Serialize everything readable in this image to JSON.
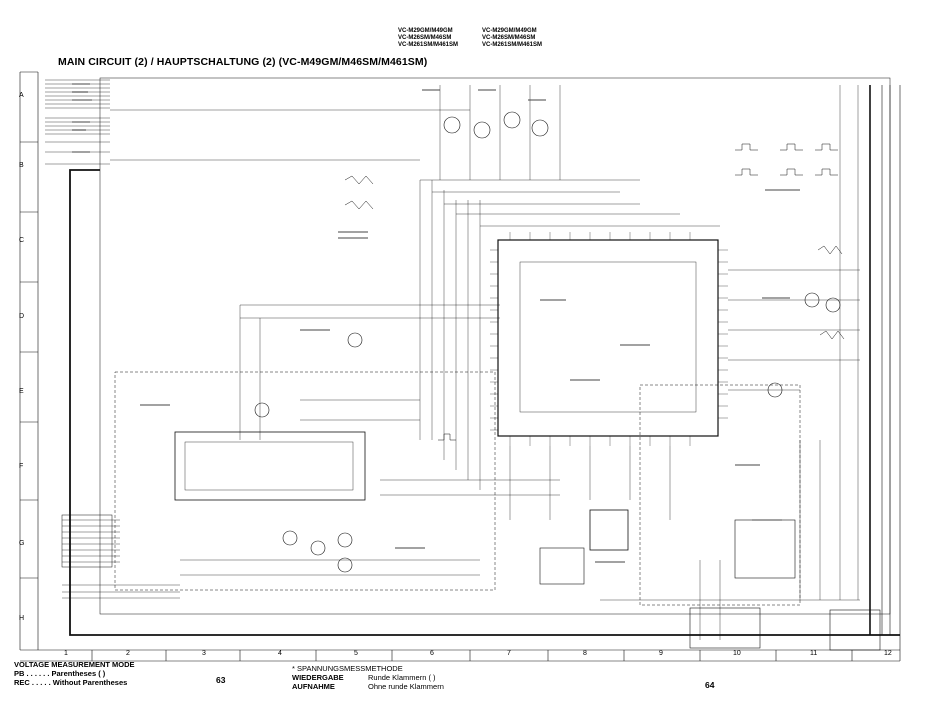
{
  "header": {
    "models_left": [
      "VC-M29GM/M49GM",
      "VC-M26SM/M46SM",
      "VC-M261SM/M461SM"
    ],
    "models_right": [
      "VC-M29GM/M49GM",
      "VC-M26SM/M46SM",
      "VC-M261SM/M461SM"
    ],
    "title": "MAIN CIRCUIT (2) / HAUPTSCHALTUNG (2) (VC-M49GM/M46SM/M461SM)"
  },
  "grid": {
    "rows": [
      "A",
      "B",
      "C",
      "D",
      "E",
      "F",
      "G",
      "H"
    ],
    "columns": [
      "1",
      "2",
      "3",
      "4",
      "5",
      "6",
      "7",
      "8",
      "9",
      "10",
      "11",
      "12"
    ]
  },
  "footer": {
    "voltage_mode_label": "VOLTAGE MEASUREMENT MODE",
    "pb_line": "PB . . . . . . Parentheses (     )",
    "rec_line": "REC . . . . . Without Parentheses",
    "spannung_label": "* SPANNUNGSMESSMETHODE",
    "wiedergabe_label": "WIEDERGABE",
    "wiedergabe_value": "Runde Klammern (     )",
    "aufnahme_label": "AUFNAHME",
    "aufnahme_value": "Ohne runde Klammern",
    "page_left": "63",
    "page_right": "64"
  },
  "colors": {
    "ink": "#111111",
    "paper": "#ffffff"
  }
}
